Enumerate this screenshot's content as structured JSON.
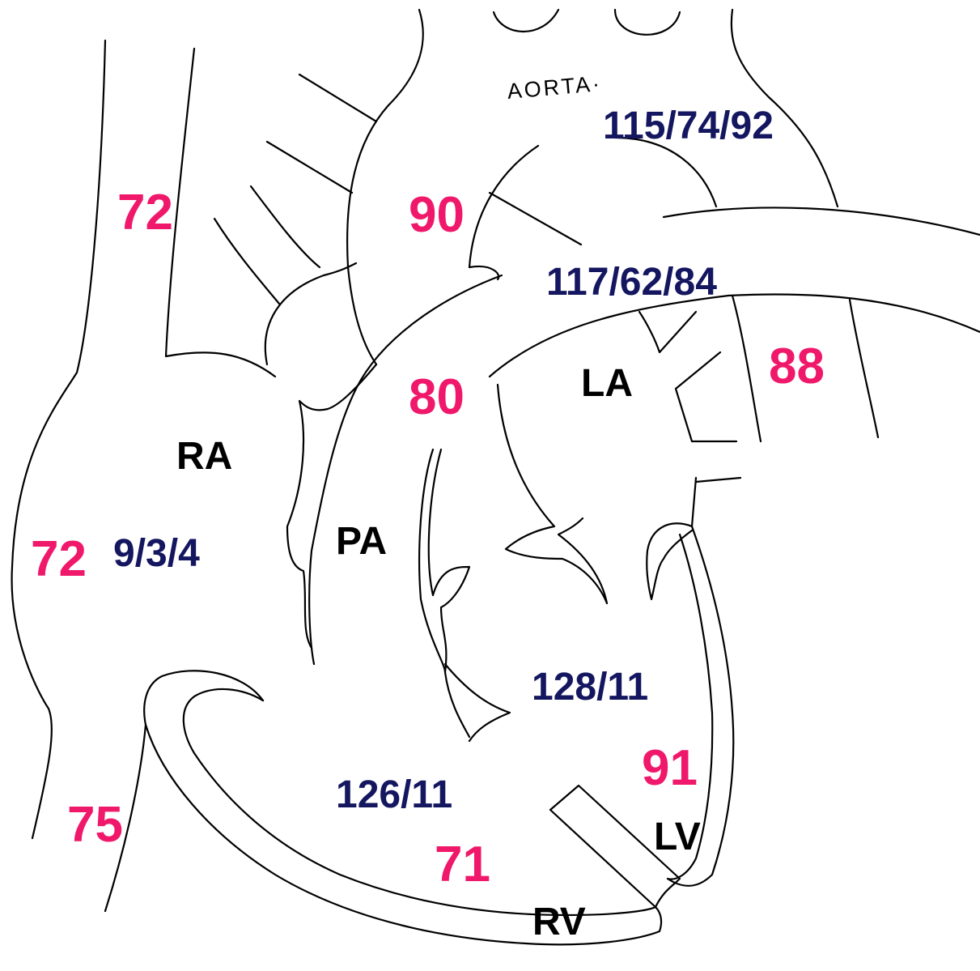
{
  "vessel_label": "AORTA·",
  "chambers": {
    "ra": "RA",
    "pa": "PA",
    "la": "LA",
    "lv": "LV",
    "rv": "RV"
  },
  "oxygen_saturation": {
    "svc": "72",
    "ra": "72",
    "ivc": "75",
    "aorta": "90",
    "pa": "80",
    "pulmonary_vein": "88",
    "lv": "91",
    "rv": "71"
  },
  "pressures": {
    "aorta_upper": "115/74/92",
    "aorta_lower": "117/62/84",
    "ra": "9/3/4",
    "lv": "128/11",
    "rv": "126/11"
  },
  "colors": {
    "saturation": "#f0186a",
    "pressure": "#141660",
    "outline": "#000000"
  }
}
